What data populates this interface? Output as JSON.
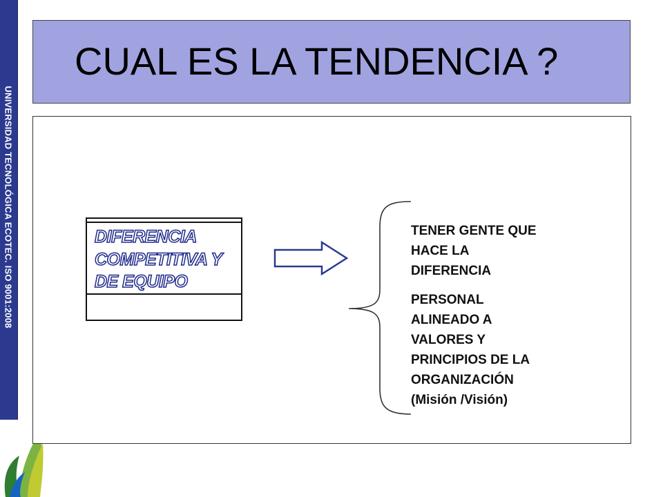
{
  "sidebar": {
    "text": "UNIVERSIDAD TECNOLÓGICA ECOTEC. ISO 9001:2008"
  },
  "slide": {
    "title": "CUAL ES LA TENDENCIA ?"
  },
  "label": {
    "lines": [
      "DIFERENCIA",
      "COMPETITIVA Y",
      "DE EQUIPO"
    ]
  },
  "points": [
    {
      "lines": [
        "TENER GENTE QUE",
        "HACE LA",
        "DIFERENCIA"
      ]
    },
    {
      "lines": [
        "PERSONAL",
        "ALINEADO A",
        "VALORES Y",
        "PRINCIPIOS DE LA",
        "ORGANIZACIÓN",
        "(Misión /Visión)"
      ]
    }
  ],
  "colors": {
    "title_bg": "#a1a3e1",
    "sidebar_bg": "#2b3a8f",
    "label_outline": "#1f2a8a"
  }
}
